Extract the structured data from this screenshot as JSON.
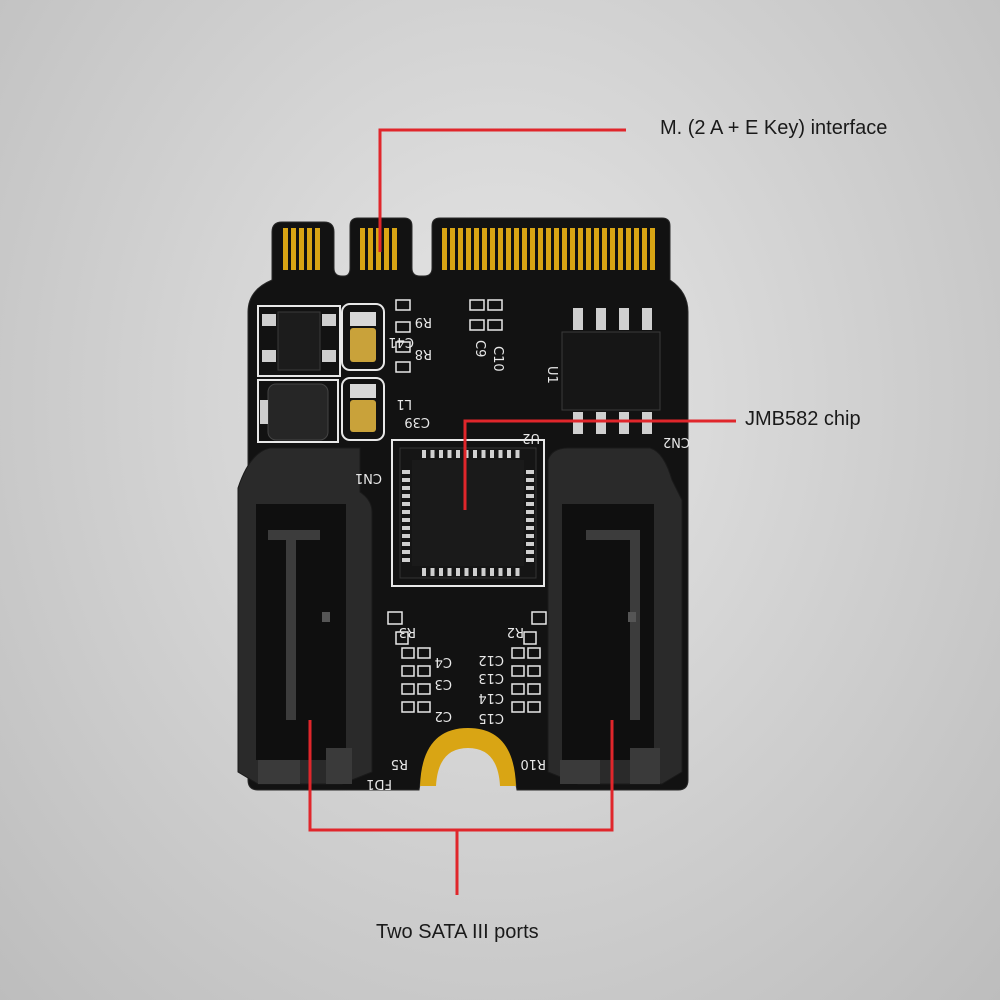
{
  "callouts": {
    "interface": "M. (2 A + E Key) interface",
    "chip": "JMB582 chip",
    "ports": "Two SATA III ports"
  },
  "silkscreen": {
    "r9": "R9",
    "r8": "R8",
    "c41": "C41",
    "c10": "C10",
    "c9": "C9",
    "l1": "L1",
    "c39": "C39",
    "u1": "U1",
    "u2": "U2",
    "cn1": "CN1",
    "cn2": "CN2",
    "r3": "R3",
    "r2": "R2",
    "r5": "R5",
    "r10": "R10",
    "fd1": "FD1",
    "c4": "C4",
    "c3": "C3",
    "c2": "C2",
    "c12": "C12",
    "c13": "C13",
    "c14": "C14",
    "c15": "C15"
  },
  "colors": {
    "pcb": "#111111",
    "gold": "#d9a514",
    "callout_line": "#e0262b",
    "connector": "#2b2b2b"
  }
}
